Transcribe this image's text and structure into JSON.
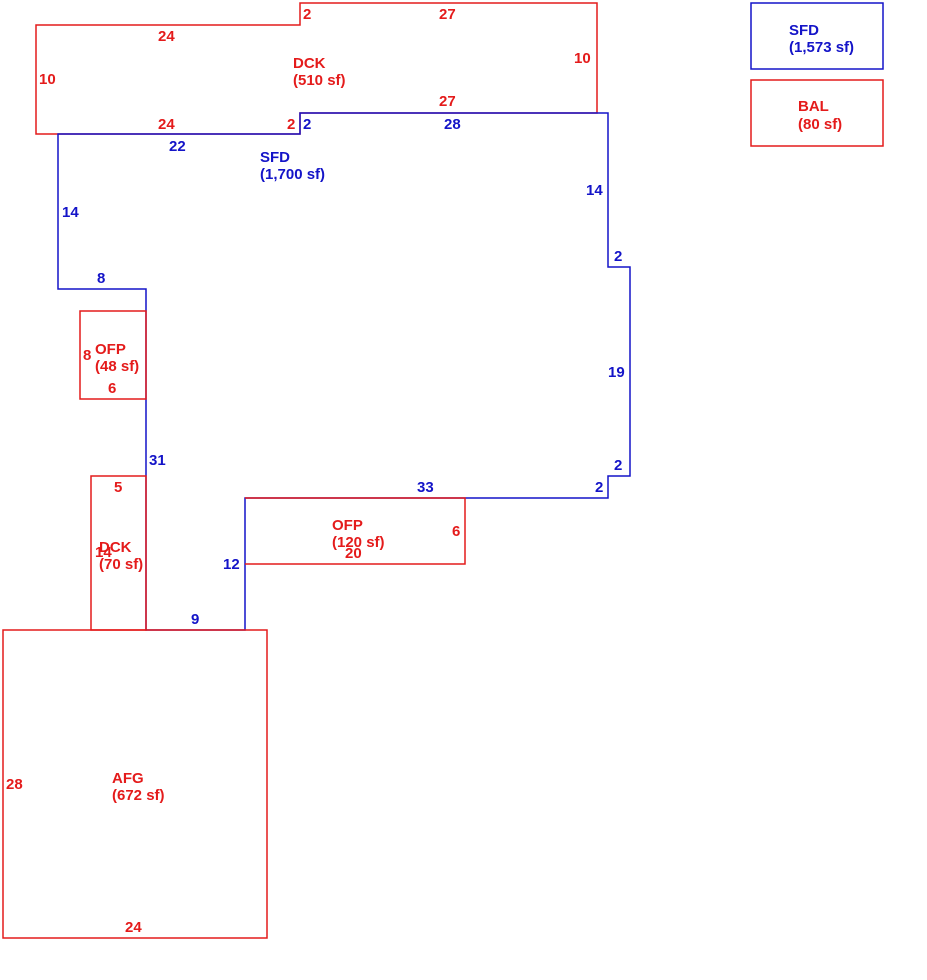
{
  "colors": {
    "red": "#e41b1b",
    "blue": "#1414c8"
  },
  "areas": {
    "dck_top": {
      "name": "DCK",
      "area": "(510 sf)"
    },
    "sfd_main": {
      "name": "SFD",
      "area": "(1,700 sf)"
    },
    "ofp_small": {
      "name": "OFP",
      "area": "(48 sf)"
    },
    "dck_small": {
      "name": "DCK",
      "area": "(70 sf)"
    },
    "ofp_large": {
      "name": "OFP",
      "area": "(120 sf)"
    },
    "afg": {
      "name": "AFG",
      "area": "(672 sf)"
    }
  },
  "legend": [
    {
      "name": "SFD",
      "area": "(1,573 sf)",
      "color": "blue"
    },
    {
      "name": "BAL",
      "area": "(80 sf)",
      "color": "red"
    }
  ],
  "dims": {
    "dck_top": {
      "top_step": "2",
      "top": "27",
      "left_top": "24",
      "left": "10",
      "right": "10",
      "bottom_right": "27",
      "bottom_left": "24",
      "bottom_step": "2"
    },
    "sfd": {
      "step_top": "2",
      "top": "28",
      "upper_left": "22",
      "left_upper": "14",
      "right_upper": "14",
      "jog1": "2",
      "ledge": "8",
      "right_mid": "19",
      "jog2": "2",
      "left_long": "31",
      "bottom_right": "33",
      "jog3": "2",
      "inner_left": "12",
      "bottom_small": "9"
    },
    "ofp_small": {
      "left": "8",
      "bottom": "6"
    },
    "dck_small": {
      "top": "5",
      "left": "14"
    },
    "ofp_large": {
      "right": "6",
      "bottom": "20"
    },
    "afg": {
      "left": "28",
      "bottom": "24"
    }
  }
}
